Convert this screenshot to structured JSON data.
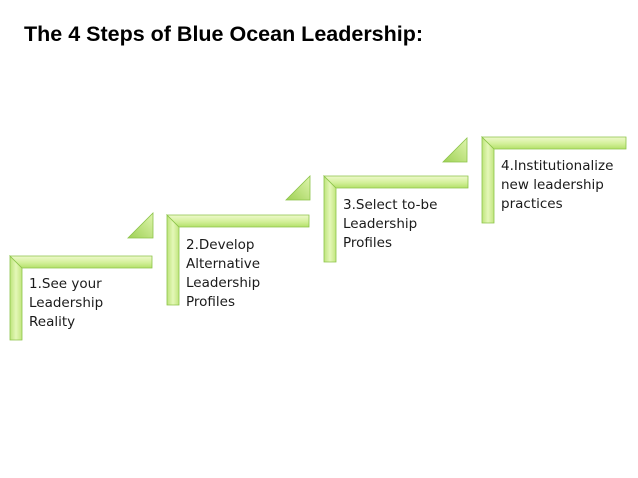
{
  "title": "The 4 Steps of Blue Ocean Leadership:",
  "colors": {
    "fill_light": "#eef9cc",
    "fill_mid": "#c9ec86",
    "fill_dark": "#a4d65a",
    "stroke": "#8cc44a",
    "text": "#1a1a1a"
  },
  "steps": [
    {
      "lines": [
        "1.See your",
        "Leadership",
        "Reality"
      ]
    },
    {
      "lines": [
        "2.Develop",
        "Alternative",
        "Leadership",
        "Profiles"
      ]
    },
    {
      "lines": [
        "3.Select to-be",
        "Leadership",
        "Profiles"
      ]
    },
    {
      "lines": [
        "4.Institutionalize",
        "new leadership",
        "practices"
      ]
    }
  ]
}
